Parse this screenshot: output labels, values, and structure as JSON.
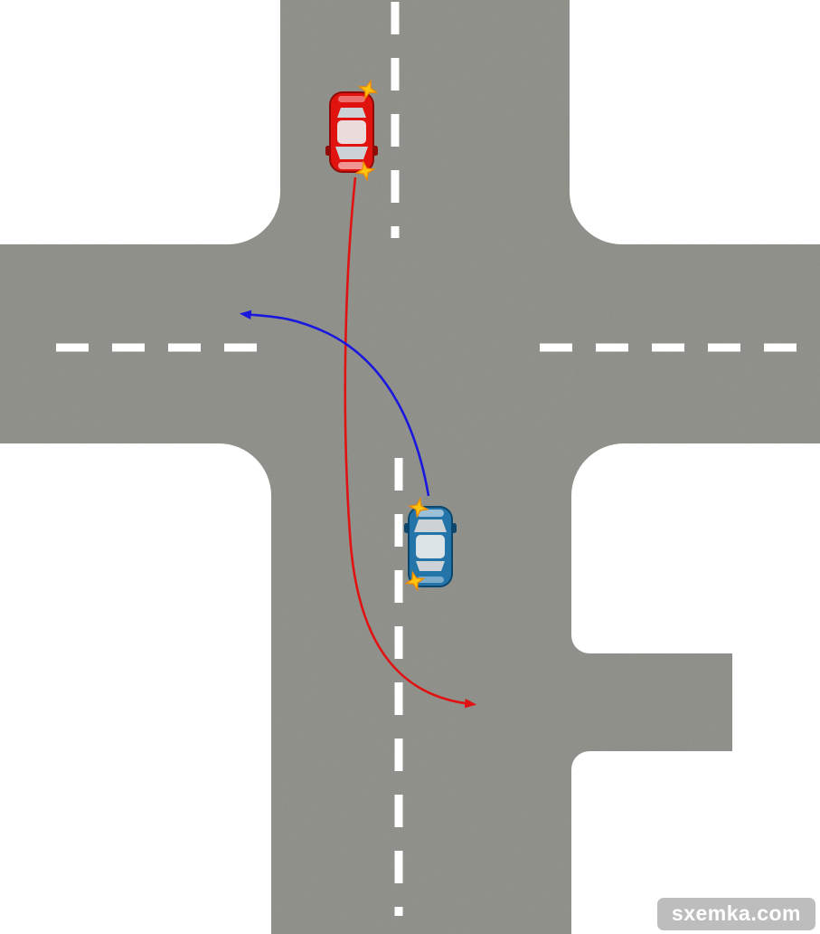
{
  "watermark": {
    "text": "sxemka.com"
  },
  "colors": {
    "background": "#ffffff",
    "road": "#8d8d88",
    "lane_line": "#ffffff",
    "red_route": "#e01212",
    "blue_route": "#1a18dc",
    "red_car_body": "#e0130e",
    "red_car_dark": "#8f0b08",
    "blue_car_body": "#2374a8",
    "blue_car_dark": "#0d466c",
    "car_glass": "#ccd2d6",
    "car_roof": "#ededed",
    "car_highlight": "#ffffff",
    "signal_star_fill": "#ffc40e",
    "signal_star_stroke": "#ee8b00",
    "watermark_bg": "#bdbdbd",
    "watermark_text": "#ffffff"
  },
  "diagram": {
    "type": "traffic-intersection-scheme",
    "cars": [
      {
        "id": "red-car",
        "body_color": "red",
        "heading": "south",
        "turn_signal": "left",
        "route_color": "#e01212"
      },
      {
        "id": "blue-car",
        "body_color": "blue",
        "heading": "north",
        "turn_signal": "left",
        "route_color": "#1a18dc"
      }
    ],
    "signal_star_count": 4
  }
}
